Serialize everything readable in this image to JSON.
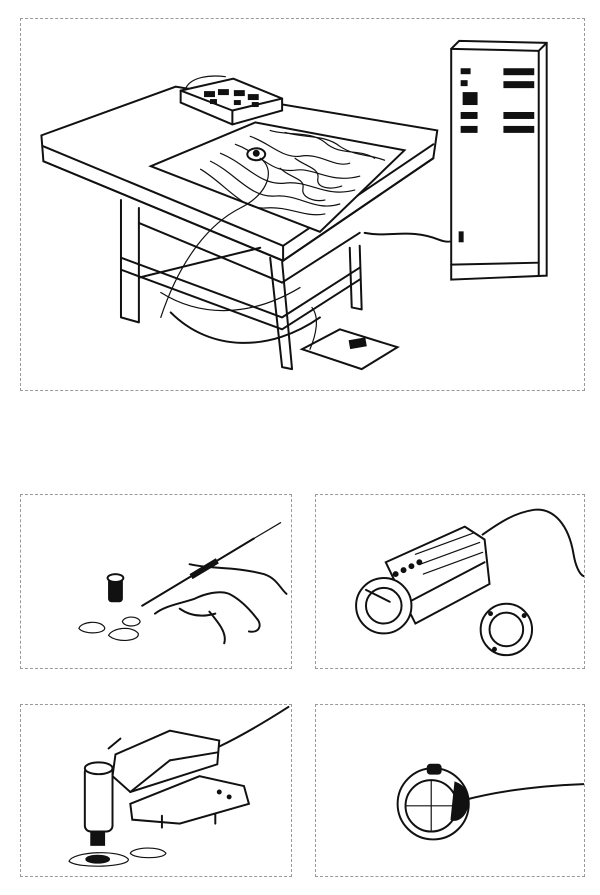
{
  "figures": [
    {
      "id": "digitizing-table-workstation"
    },
    {
      "id": "pen-cursor-in-hand"
    },
    {
      "id": "multi-button-cursor"
    },
    {
      "id": "lens-tracer-cursor"
    },
    {
      "id": "puck-cursor-crosshair"
    }
  ]
}
